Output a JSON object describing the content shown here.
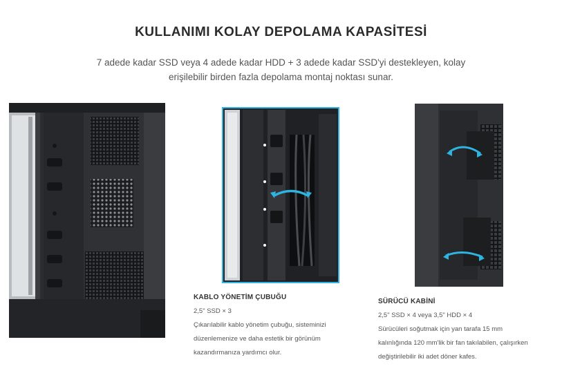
{
  "header": {
    "title": "KULLANIMI KOLAY DEPOLAMA KAPASİTESİ",
    "subtitle_line1": "7 adede kadar SSD veya 4 adede kadar HDD + 3 adede kadar SSD'yi destekleyen, kolay",
    "subtitle_line2": "erişilebilir birden fazla depolama montaj noktası sunar."
  },
  "features": {
    "cable_bar": {
      "title": "KABLO YÖNETİM ÇUBUĞU",
      "spec": "2,5\" SSD × 3",
      "desc_line1": "Çıkarılabilir kablo yönetim çubuğu, sisteminizi",
      "desc_line2": "düzenlemenize ve daha estetik bir görünüm",
      "desc_line3": "kazandırmanıza yardımcı olur."
    },
    "drive_cage": {
      "title": "SÜRÜCÜ KABİNİ",
      "spec": "2,5\" SSD × 4 veya 3,5\" HDD × 4",
      "desc_line1": "Sürücüleri soğutmak için yan tarafa 15 mm",
      "desc_line2": "kalınlığında 120 mm'lik bir fan takılabilen, çalışırken",
      "desc_line3": "değiştirilebilir iki adet döner kafes."
    }
  },
  "colors": {
    "accent": "#2fb3e0",
    "case_dark": "#2a2c2f"
  }
}
